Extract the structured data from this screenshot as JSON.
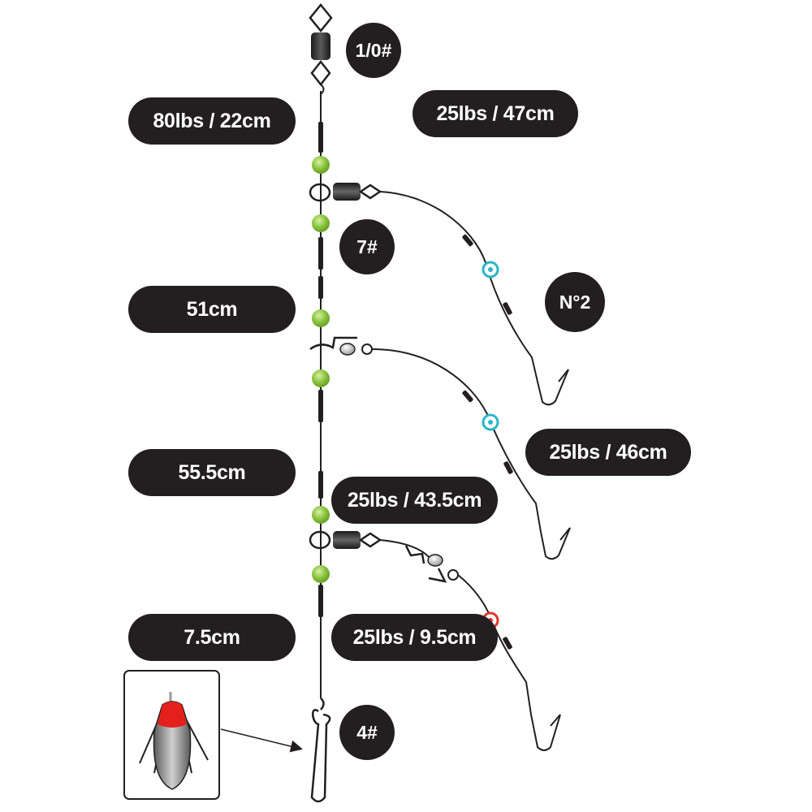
{
  "labels": {
    "main_line": "80lbs / 22cm",
    "dropper_1": "25lbs / 47cm",
    "spacing_1": "51cm",
    "dropper_2": "25lbs / 46cm",
    "spacing_2": "55.5cm",
    "dropper_3": "25lbs / 43.5cm",
    "spacing_3": "7.5cm",
    "dropper_4": "25lbs / 9.5cm",
    "swivel_top": "1/0#",
    "swivel_mid": "7#",
    "hook_size": "N°2",
    "snap": "4#"
  },
  "colors": {
    "line": "#231f20",
    "label_bg": "#231f20",
    "label_text": "#ffffff",
    "bead": "#8dc63f",
    "swivel": "#3a3a3a",
    "bead_teal": "#29b6c8",
    "bead_red": "#e2342e",
    "sinker_red": "#e3201b",
    "sinker_grey": "#9a9a9a"
  },
  "icons": [
    "swivel-icon",
    "bead-icon",
    "hook-icon",
    "snap-icon",
    "sinker-icon",
    "arrow-icon"
  ]
}
